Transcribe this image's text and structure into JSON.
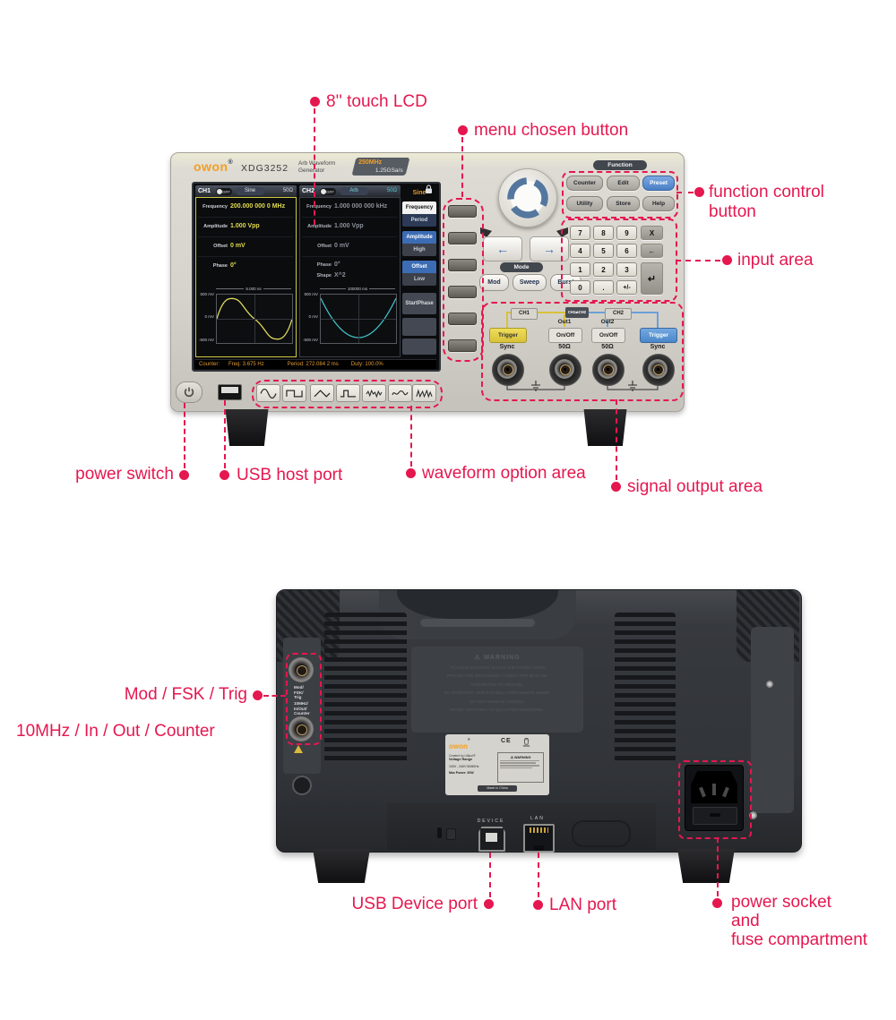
{
  "colors": {
    "annotation": "#E5174F",
    "accent_orange": "#F2A024",
    "ch1_yellow": "#E0DA50",
    "ch2_cyan": "#3FBFC8",
    "preset_blue": "#5B8FD4",
    "trigger_yellow": "#E8D44A",
    "trigger_blue": "#5B9BD5"
  },
  "callouts": {
    "lcd": "8'' touch LCD",
    "menu": "menu chosen button",
    "fn1": "function control",
    "fn2": "button",
    "input": "input area",
    "power": "power switch",
    "usb_host": "USB host port",
    "waveform": "waveform option area",
    "signal": "signal output area",
    "mod": "Mod / FSK / Trig",
    "tenmhz": "10MHz / In / Out / Counter",
    "usb_dev": "USB Device port",
    "lan": "LAN port",
    "ps1": "power socket",
    "ps2": "and",
    "ps3": "fuse compartment"
  },
  "front": {
    "logo": "owon",
    "logo_reg": "®",
    "model": "XDG3252",
    "subtitle1": "Arb Waveform",
    "subtitle2": "Generator",
    "badge1": "250MHz",
    "badge2": "1.25GSa/s",
    "screen": {
      "ch1": {
        "name": "CH1",
        "toggle": "OFF",
        "wave": "Sine",
        "impedance": "50Ω",
        "freq_label": "Frequency",
        "freq": "200.000 000 0 MHz",
        "amp_label": "Amplitude",
        "amp": "1.000 Vpp",
        "offset_label": "Offset",
        "offset": "0 mV",
        "phase_label": "Phase",
        "phase": "0°",
        "graph_time": "5.000 ns",
        "y_top": "500 mV",
        "y_mid": "0 mV",
        "y_bot": "-500 mV"
      },
      "ch2": {
        "name": "CH2",
        "toggle": "OFF",
        "wave": "Arb",
        "impedance": "50Ω",
        "freq_label": "Frequency",
        "freq": "1.000 000 000 kHz",
        "amp_label": "Amplitude",
        "amp": "1.000 Vpp",
        "offset_label": "Offset",
        "offset": "0 mV",
        "phase_label": "Phase",
        "phase": "0°",
        "shape_label": "Shape",
        "shape": "X^2",
        "graph_time": "100000 ms",
        "y_top": "500 mV",
        "y_mid": "0 mV",
        "y_bot": "-500 mV"
      },
      "menu": {
        "title": "Sine",
        "i1a": "Frequency",
        "i1b": "Period",
        "i2a": "Amplitude",
        "i2b": "High",
        "i3a": "Offset",
        "i3b": "Low",
        "i4": "StartPhase"
      },
      "status": {
        "counter": "Counter:",
        "freq": "Freq: 3.675 Hz",
        "period": "Period: 272.084 2 ms",
        "duty": "Duty: 100.0%"
      }
    },
    "function_label": "Function",
    "fn": {
      "counter": "Counter",
      "edit": "Edit",
      "preset": "Preset",
      "utility": "Utility",
      "store": "Store",
      "help": "Help"
    },
    "mode_label": "Mode",
    "mode": {
      "mod": "Mod",
      "sweep": "Sweep",
      "burst": "Burst"
    },
    "keypad": {
      "k7": "7",
      "k8": "8",
      "k9": "9",
      "kx": "X",
      "k4": "4",
      "k5": "5",
      "k6": "6",
      "kbs": "←",
      "k1": "1",
      "k2": "2",
      "k3": "3",
      "kenter": "↵",
      "k0": "0",
      "kdot": ".",
      "ksign": "+/-"
    },
    "output": {
      "ch1": "CH1",
      "swap": "CH1⇌CH2",
      "ch2": "CH2",
      "out1": "Out1",
      "out2": "Out2",
      "onoff": "On/Off",
      "trigger": "Trigger",
      "sync": "Sync",
      "ohm": "50Ω"
    },
    "waveform_icons": [
      "sine",
      "square",
      "ramp",
      "pulse",
      "noise",
      "arb",
      "harmonics"
    ]
  },
  "back": {
    "bnc1": "Mod/",
    "bnc1b": "FSK/",
    "bnc1c": "Trig",
    "bnc2": "10MHz/",
    "bnc2b": "In/Out/",
    "bnc2c": "Counter",
    "warning_title": "⚠ WARNING",
    "warning_lines": [
      "TO AVOID ELECTRIC SHOCK THE POWER CORD",
      "PROTECTIVE GROUNDING CONDUCTOR MUST BE",
      "CONNECTED TO GROUND.",
      "NO OPERATOR SERVICEABLE COMPONENTS INSIDE.",
      "DO NOT REMOVE COVERS.",
      "REFER SERVICING TO QUALIFIED PERSONNEL."
    ],
    "sticker": {
      "logo": "owon",
      "logo_reg": "®",
      "created": "Created by Lilliput®",
      "ce": "CE",
      "voltage_title": "Voltage Range",
      "voltage": "100V - 240V   50/60Hz",
      "power": "Max Power: 30W",
      "warn": "⚠ WARNING",
      "made": "Made in China"
    },
    "device": "DEVICE",
    "lan": "LAN"
  }
}
